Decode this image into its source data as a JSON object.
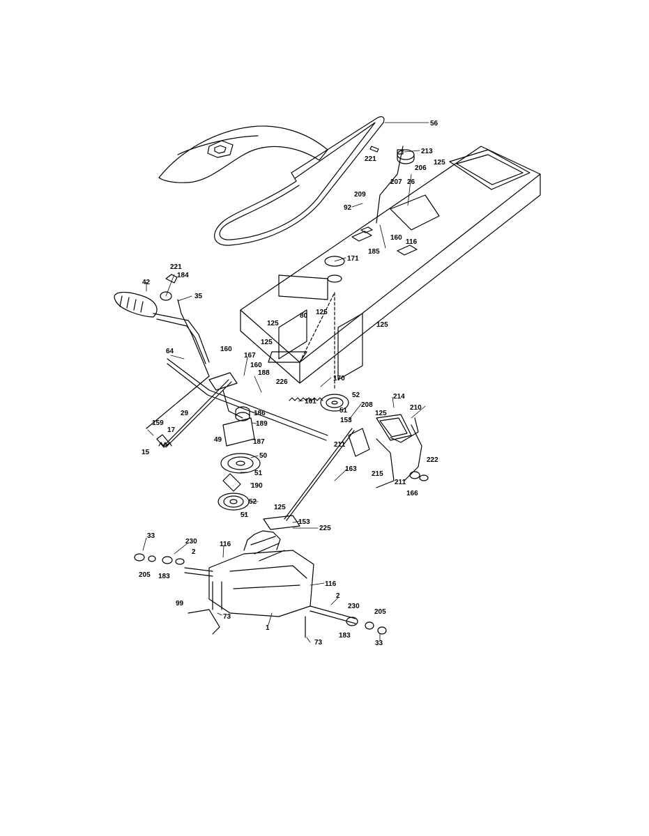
{
  "labels": [
    {
      "id": "56",
      "text": "56"
    },
    {
      "id": "221a",
      "text": "221"
    },
    {
      "id": "213",
      "text": "213"
    },
    {
      "id": "206",
      "text": "206"
    },
    {
      "id": "125a",
      "text": "125"
    },
    {
      "id": "209",
      "text": "209"
    },
    {
      "id": "207",
      "text": "207"
    },
    {
      "id": "26",
      "text": "26"
    },
    {
      "id": "92",
      "text": "92"
    },
    {
      "id": "160a",
      "text": "160"
    },
    {
      "id": "116a",
      "text": "116"
    },
    {
      "id": "185",
      "text": "185"
    },
    {
      "id": "171",
      "text": "171"
    },
    {
      "id": "221b",
      "text": "221"
    },
    {
      "id": "184",
      "text": "184"
    },
    {
      "id": "42",
      "text": "42"
    },
    {
      "id": "35",
      "text": "35"
    },
    {
      "id": "125b",
      "text": "125"
    },
    {
      "id": "125c",
      "text": "125"
    },
    {
      "id": "80",
      "text": "80"
    },
    {
      "id": "125d",
      "text": "125"
    },
    {
      "id": "125e",
      "text": "125"
    },
    {
      "id": "64",
      "text": "64"
    },
    {
      "id": "160b",
      "text": "160"
    },
    {
      "id": "167",
      "text": "167"
    },
    {
      "id": "160c",
      "text": "160"
    },
    {
      "id": "188",
      "text": "188"
    },
    {
      "id": "226",
      "text": "226"
    },
    {
      "id": "170",
      "text": "170"
    },
    {
      "id": "52a",
      "text": "52"
    },
    {
      "id": "161",
      "text": "161"
    },
    {
      "id": "208",
      "text": "208"
    },
    {
      "id": "214",
      "text": "214"
    },
    {
      "id": "210",
      "text": "210"
    },
    {
      "id": "51a",
      "text": "51"
    },
    {
      "id": "125f",
      "text": "125"
    },
    {
      "id": "153a",
      "text": "153"
    },
    {
      "id": "29",
      "text": "29"
    },
    {
      "id": "186",
      "text": "186"
    },
    {
      "id": "159",
      "text": "159"
    },
    {
      "id": "189",
      "text": "189"
    },
    {
      "id": "17",
      "text": "17"
    },
    {
      "id": "211a",
      "text": "211"
    },
    {
      "id": "49",
      "text": "49"
    },
    {
      "id": "187",
      "text": "187"
    },
    {
      "id": "15",
      "text": "15"
    },
    {
      "id": "50",
      "text": "50"
    },
    {
      "id": "222",
      "text": "222"
    },
    {
      "id": "163",
      "text": "163"
    },
    {
      "id": "215",
      "text": "215"
    },
    {
      "id": "211b",
      "text": "211"
    },
    {
      "id": "51b",
      "text": "51"
    },
    {
      "id": "166",
      "text": "166"
    },
    {
      "id": "190",
      "text": "190"
    },
    {
      "id": "52b",
      "text": "52"
    },
    {
      "id": "125g",
      "text": "125"
    },
    {
      "id": "51c",
      "text": "51"
    },
    {
      "id": "153b",
      "text": "153"
    },
    {
      "id": "225",
      "text": "225"
    },
    {
      "id": "33a",
      "text": "33"
    },
    {
      "id": "230a",
      "text": "230"
    },
    {
      "id": "116b",
      "text": "116"
    },
    {
      "id": "2a",
      "text": "2"
    },
    {
      "id": "205a",
      "text": "205"
    },
    {
      "id": "183a",
      "text": "183"
    },
    {
      "id": "116c",
      "text": "116"
    },
    {
      "id": "2b",
      "text": "2"
    },
    {
      "id": "99",
      "text": "99"
    },
    {
      "id": "230b",
      "text": "230"
    },
    {
      "id": "73a",
      "text": "73"
    },
    {
      "id": "205b",
      "text": "205"
    },
    {
      "id": "1",
      "text": "1"
    },
    {
      "id": "183b",
      "text": "183"
    },
    {
      "id": "73b",
      "text": "73"
    },
    {
      "id": "33b",
      "text": "33"
    }
  ]
}
